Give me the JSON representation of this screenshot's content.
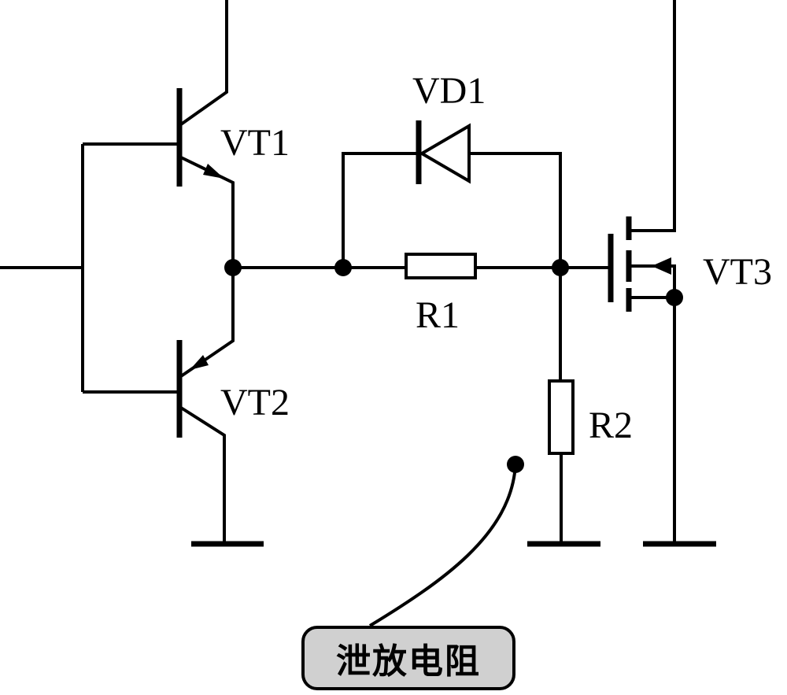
{
  "labels": {
    "vt1": "VT1",
    "vt2": "VT2",
    "vt3": "VT3",
    "vd1": "VD1",
    "r1": "R1",
    "r2": "R2"
  },
  "annotation": {
    "text": "泄放电阻"
  }
}
